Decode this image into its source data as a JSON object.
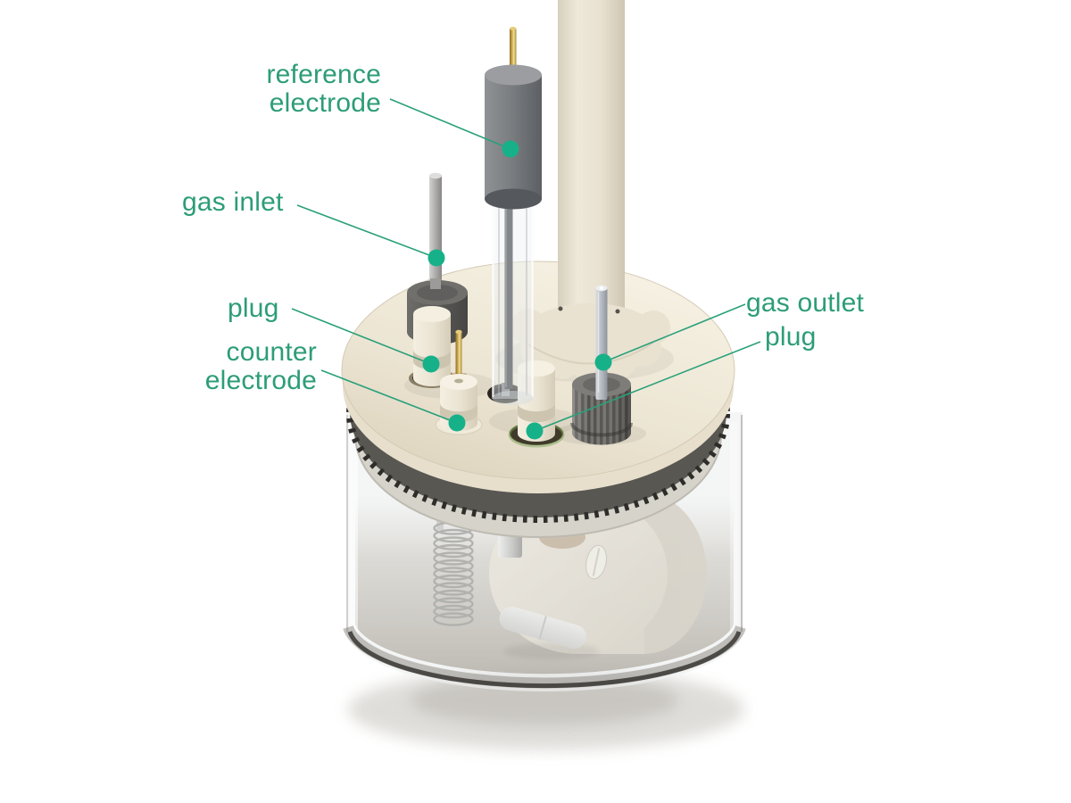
{
  "diagram": {
    "subject": "electrochemical-cell",
    "labels": {
      "reference_electrode": "reference\nelectrode",
      "gas_inlet": "gas inlet",
      "plug_left": "plug",
      "counter_electrode": "counter\nelectrode",
      "gas_outlet": "gas outlet",
      "plug_right": "plug"
    },
    "colors": {
      "background": "#ffffff",
      "label_text": "#2d9d77",
      "leader_line": "#2aa07a",
      "marker_dot": "#17b189",
      "lid_cream": "#ece5d3",
      "electrode_gray": "#75777a",
      "gold_pin": "#d3af57",
      "dark_fitting": "#55534f",
      "glass_tint": "#eef2f4"
    }
  }
}
